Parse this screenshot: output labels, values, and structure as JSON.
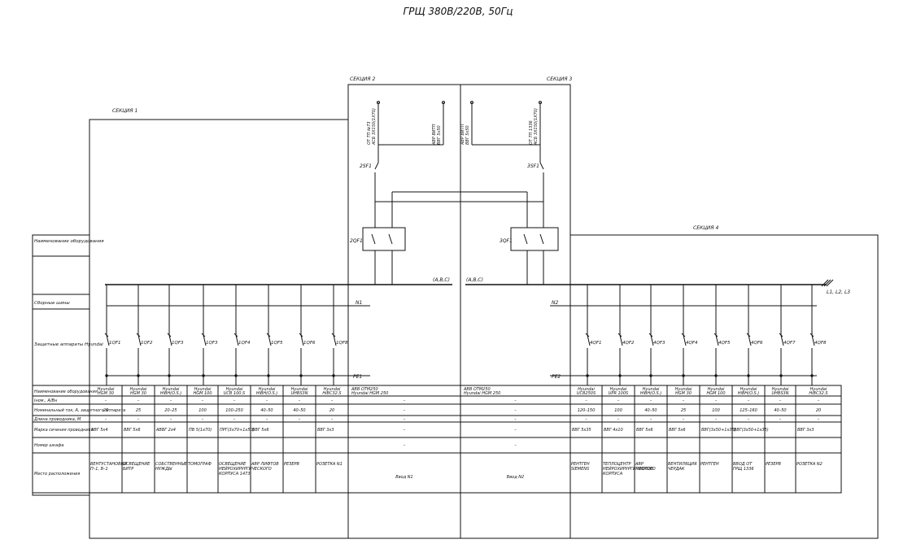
{
  "title": "ГРЩ 380В/220В, 50Гц",
  "sections": {
    "s1": "СЕКЦИЯ 1",
    "s2": "СЕКЦИЯ 2",
    "s3": "СЕКЦИЯ 3",
    "s4": "СЕКЦИЯ 4"
  },
  "row_labels": [
    "Наименование оборудования",
    "Сборные шины",
    "Защитные аппараты Hyundai",
    "Наименование оборудования",
    "Iном., А/Вн",
    "Номинальный ток, А, защитного аппарата",
    "Длина проводника, М",
    "Марка сечения проводника",
    "Номер шкафа",
    "Место расположения"
  ],
  "feeds": {
    "left": {
      "cable_top": "ОТ ТП №73",
      "cable_bot": "АСБ 3Х150(1Х70)",
      "avr_top": "АВР ВИТП",
      "avr_bot": "ВВГ 5х50",
      "switch": "2SF1",
      "contactor": "2QF1",
      "bus_tag": "(А,В,С)"
    },
    "right": {
      "avr_top": "АВР ВИТП",
      "avr_bot": "ВВГ 5х50",
      "cable_top": "ОТ ТП 1336",
      "cable_bot": "АСБ 3Х150(1Х70)",
      "switch": "3SF1",
      "contactor": "3QF1",
      "bus_tag": "(А,В,С)"
    },
    "bus_n1": "N1",
    "bus_n2": "N2",
    "pe1": "PE1",
    "pe2": "PE2",
    "phases": "L1, L2, L3"
  },
  "breakers_left": [
    "1QF1",
    "1QF2",
    "1QF3",
    "1QF3",
    "1QF4",
    "1QF5",
    "1QF6",
    "1QF8"
  ],
  "breakers_right": [
    "4QF1",
    "4QF2",
    "4QF3",
    "4QF4",
    "4QF5",
    "4QF6",
    "4QF7",
    "4QF8"
  ],
  "table": {
    "left": [
      {
        "eq": [
          "Hyundai",
          "HGM 30"
        ],
        "i": "–",
        "nom": "25",
        "len": "–",
        "cable": "ВВГ 5х4",
        "cab": "",
        "place": [
          "ВЕНТУСТАНОВКИ",
          "П–1, В–1"
        ]
      },
      {
        "eq": [
          "Hyundai",
          "HGM 30"
        ],
        "i": "–",
        "nom": "25",
        "len": "–",
        "cable": "ВВГ 5х6",
        "cab": "",
        "place": [
          "ОСВЕЩЕНИЕ",
          "БИТР"
        ]
      },
      {
        "eq": [
          "Hyundai",
          "HiBH(O.S.)"
        ],
        "i": "–",
        "nom": "20–25",
        "len": "–",
        "cable": "АВВГ 2х4",
        "cab": "",
        "place": [
          "СОБСТВЕННЫЕ",
          "НУЖДЫ"
        ]
      },
      {
        "eq": [
          "Hyundai",
          "HGM 100"
        ],
        "i": "–",
        "nom": "100",
        "len": "–",
        "cable": "ПВ 5(1х70)",
        "cab": "",
        "place": [
          "ТОМОГРАФ"
        ]
      },
      {
        "eq": [
          "Hyundai",
          "UCB 100.S"
        ],
        "i": "–",
        "nom": "100–250",
        "len": "–",
        "cable": "ПРГ(3х70+1х50)",
        "cab": "",
        "place": [
          "ОСВЕЩЕНИЕ",
          "НЕЙРОХИРУРГИЧЕСКОГО",
          "КОРПУСА 1473"
        ]
      },
      {
        "eq": [
          "Hyundai",
          "HiBH(O.S.)"
        ],
        "i": "–",
        "nom": "40–50",
        "len": "–",
        "cable": "ВВГ 5х6",
        "cab": "",
        "place": [
          "АВР ЛИФТОВ"
        ]
      },
      {
        "eq": [
          "Hyundai",
          "UHBS3N"
        ],
        "i": "–",
        "nom": "40–50",
        "len": "–",
        "cable": "",
        "cab": "",
        "place": [
          "РЕЗЕРВ"
        ]
      },
      {
        "eq": [
          "Hyundai",
          "HiBC32.S"
        ],
        "i": "–",
        "nom": "20",
        "len": "–",
        "cable": "ВВГ 3х3",
        "cab": "",
        "place": [
          "РОЗЕТКА N1"
        ]
      }
    ],
    "mid": [
      {
        "eq": [
          "ABB      OTM250",
          "Hyundai   HGM 250"
        ],
        "i": "–",
        "nom": "–",
        "len": "–",
        "cable": "–",
        "cab": "–",
        "place": [
          "Ввод N1"
        ]
      },
      {
        "eq": [
          "ABB      OTM250",
          "Hyundai   HGM 250"
        ],
        "i": "–",
        "nom": "–",
        "len": "–",
        "cable": "–",
        "cab": "–",
        "place": [
          "Ввод N2"
        ]
      }
    ],
    "right": [
      {
        "eq": [
          "Hyundai",
          "UCB250S"
        ],
        "i": "–",
        "nom": "120–150",
        "len": "–",
        "cable": "ВВГ 5х35",
        "cab": "",
        "place": [
          "РЕНТГЕН",
          "SIEMENS"
        ]
      },
      {
        "eq": [
          "Hyundai",
          "UPR 100S"
        ],
        "i": "–",
        "nom": "100",
        "len": "–",
        "cable": "ВВГ 4х10",
        "cab": "",
        "place": [
          "ТЕПЛОЦЕНТР",
          "НЕЙРОХИРУРГИЧЕСКОГО",
          "КОРПУСА"
        ]
      },
      {
        "eq": [
          "Hyundai",
          "HiBH(O.S.)"
        ],
        "i": "–",
        "nom": "40–50",
        "len": "–",
        "cable": "ВВГ 5х6",
        "cab": "",
        "place": [
          "АВР",
          "ЛИФТОВ"
        ]
      },
      {
        "eq": [
          "Hyundai",
          "HGM 30"
        ],
        "i": "–",
        "nom": "25",
        "len": "–",
        "cable": "ВВГ 5х6",
        "cab": "",
        "place": [
          "ВЕНТИЛЯЦИЯ",
          "ЧЕРДАК"
        ]
      },
      {
        "eq": [
          "Hyundai",
          "HGM 100"
        ],
        "i": "–",
        "nom": "100",
        "len": "–",
        "cable": "ВВГ(3х50+1х35)",
        "cab": "",
        "place": [
          "РЕНТГЕН"
        ]
      },
      {
        "eq": [
          "Hyundai",
          "HiBH(O.S.)"
        ],
        "i": "–",
        "nom": "125–160",
        "len": "–",
        "cable": "ВВГ(3х50+1х35)",
        "cab": "",
        "place": [
          "ВВОД ОТ",
          "ГРЩ 1336"
        ]
      },
      {
        "eq": [
          "Hyundai",
          "UHBS3N"
        ],
        "i": "–",
        "nom": "40–50",
        "len": "–",
        "cable": "",
        "cab": "",
        "place": [
          "РЕЗЕРВ"
        ]
      },
      {
        "eq": [
          "Hyundai",
          "HiBC32.S"
        ],
        "i": "–",
        "nom": "20",
        "len": "–",
        "cable": "ВВГ 3х3",
        "cab": "",
        "place": [
          "РОЗЕТКА N2"
        ]
      }
    ]
  }
}
